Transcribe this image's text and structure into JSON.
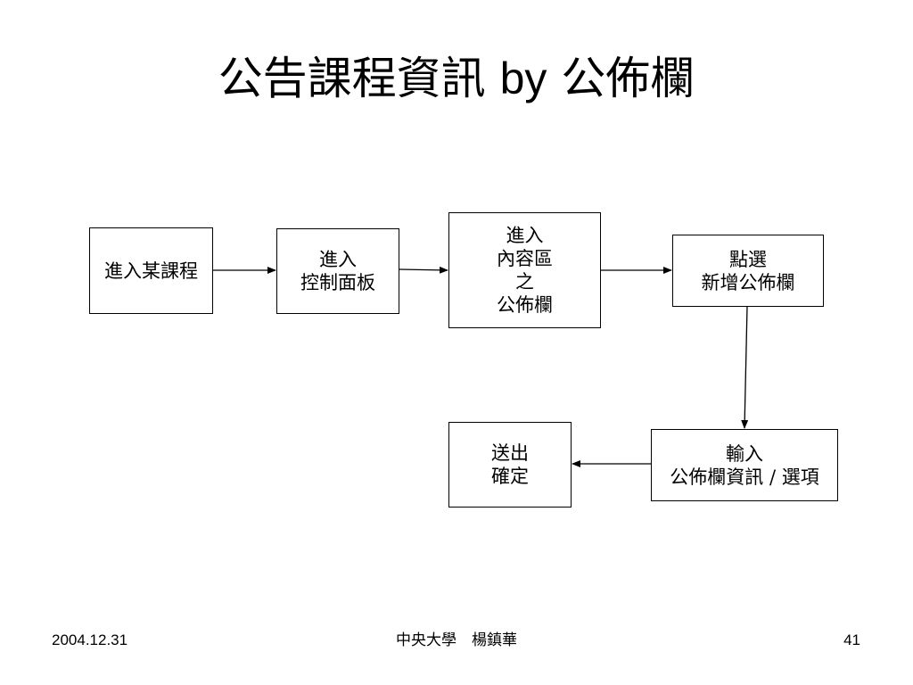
{
  "slide": {
    "title_cjk_a": "公告課程資訊",
    "title_latin": "by",
    "title_cjk_b": "公佈欄"
  },
  "flow": {
    "step1": {
      "lines": [
        "進入某課程"
      ]
    },
    "step2": {
      "lines": [
        "進入",
        "控制面板"
      ]
    },
    "step3": {
      "lines": [
        "進入",
        "內容區",
        "之",
        "公佈欄"
      ]
    },
    "step4": {
      "lines": [
        "點選",
        "新增公佈欄"
      ]
    },
    "step5": {
      "lines": [
        "輸入",
        "公佈欄資訊 / 選項"
      ]
    },
    "step6": {
      "lines": [
        "送出",
        "確定"
      ]
    }
  },
  "footer": {
    "date": "2004.12.31",
    "center": "中央大學　楊鎮華",
    "page": "41"
  }
}
